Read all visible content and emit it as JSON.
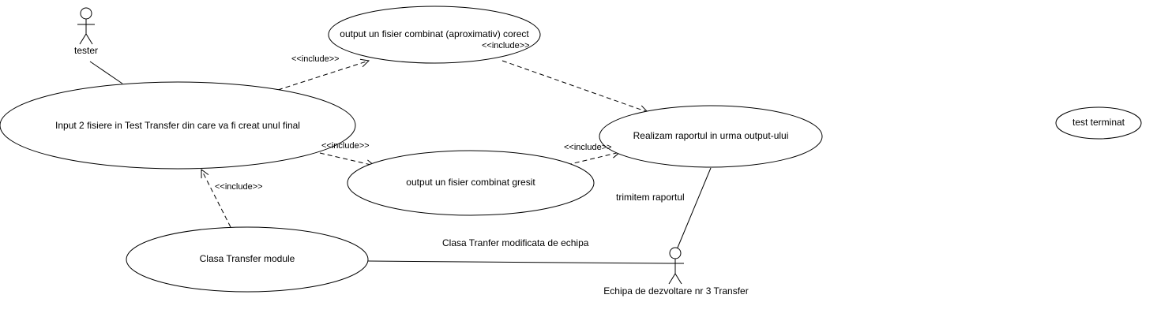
{
  "diagram": {
    "actors": {
      "tester": {
        "label": "tester"
      },
      "echipa": {
        "label": "Echipa de dezvoltare nr 3  Transfer"
      }
    },
    "use_cases": {
      "input_files": {
        "label": "Input 2 fisiere in Test Transfer din care va fi creat unul final"
      },
      "output_correct": {
        "label": "output un fisier combinat (aproximativ) corect"
      },
      "output_wrong": {
        "label": "output un fisier combinat gresit"
      },
      "report": {
        "label": "Realizam raportul in urma output-ului"
      },
      "clasa_transfer": {
        "label": "Clasa Transfer module"
      },
      "test_terminat": {
        "label": "test terminat"
      }
    },
    "relations": {
      "include_stereotype": "<<include>>",
      "trimitem_raportul": "trimitem raportul",
      "clasa_modificata": "Clasa Tranfer modificata de echipa"
    },
    "colors": {
      "stroke": "#000000",
      "fill": "#ffffff"
    }
  }
}
